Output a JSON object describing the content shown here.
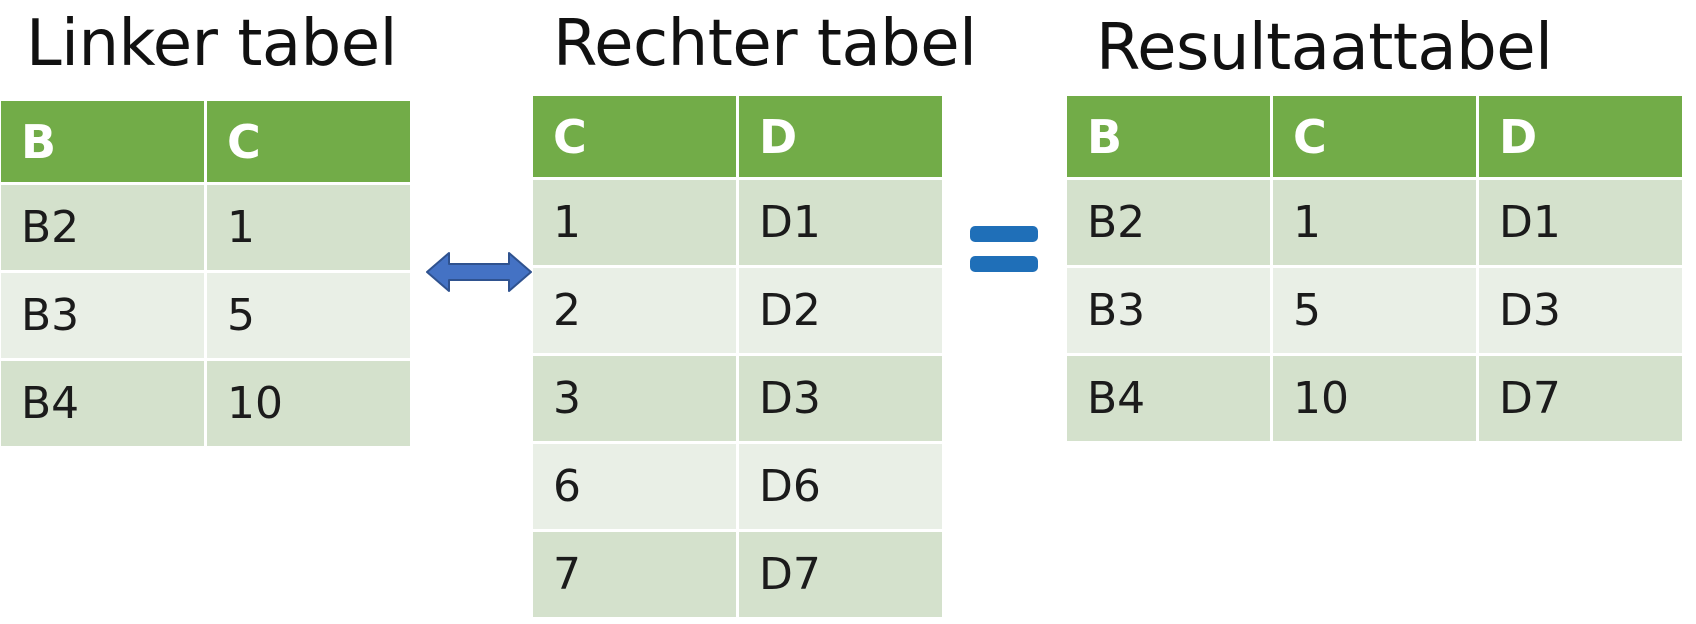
{
  "left_table": {
    "title": "Linker tabel",
    "headers": [
      "B",
      "C"
    ],
    "rows": [
      [
        "B2",
        "1"
      ],
      [
        "B3",
        "5"
      ],
      [
        "B4",
        "10"
      ]
    ]
  },
  "right_table": {
    "title": "Rechter tabel",
    "headers": [
      "C",
      "D"
    ],
    "rows": [
      [
        "1",
        "D1"
      ],
      [
        "2",
        "D2"
      ],
      [
        "3",
        "D3"
      ],
      [
        "6",
        "D6"
      ],
      [
        "7",
        "D7"
      ]
    ]
  },
  "result_table": {
    "title": "Resultaattabel",
    "headers": [
      "B",
      "C",
      "D"
    ],
    "rows": [
      [
        "B2",
        "1",
        "D1"
      ],
      [
        "B3",
        "5",
        "D3"
      ],
      [
        "B4",
        "10",
        "D7"
      ]
    ]
  },
  "connectors": {
    "join_icon": "double-headed-arrow",
    "equals_icon": "equals-sign"
  },
  "colors": {
    "header_green": "#72ac48",
    "row_dark": "#d4e1cc",
    "row_light": "#e9efe6",
    "arrow_blue": "#4472c4",
    "equals_blue": "#1f6fb8"
  }
}
